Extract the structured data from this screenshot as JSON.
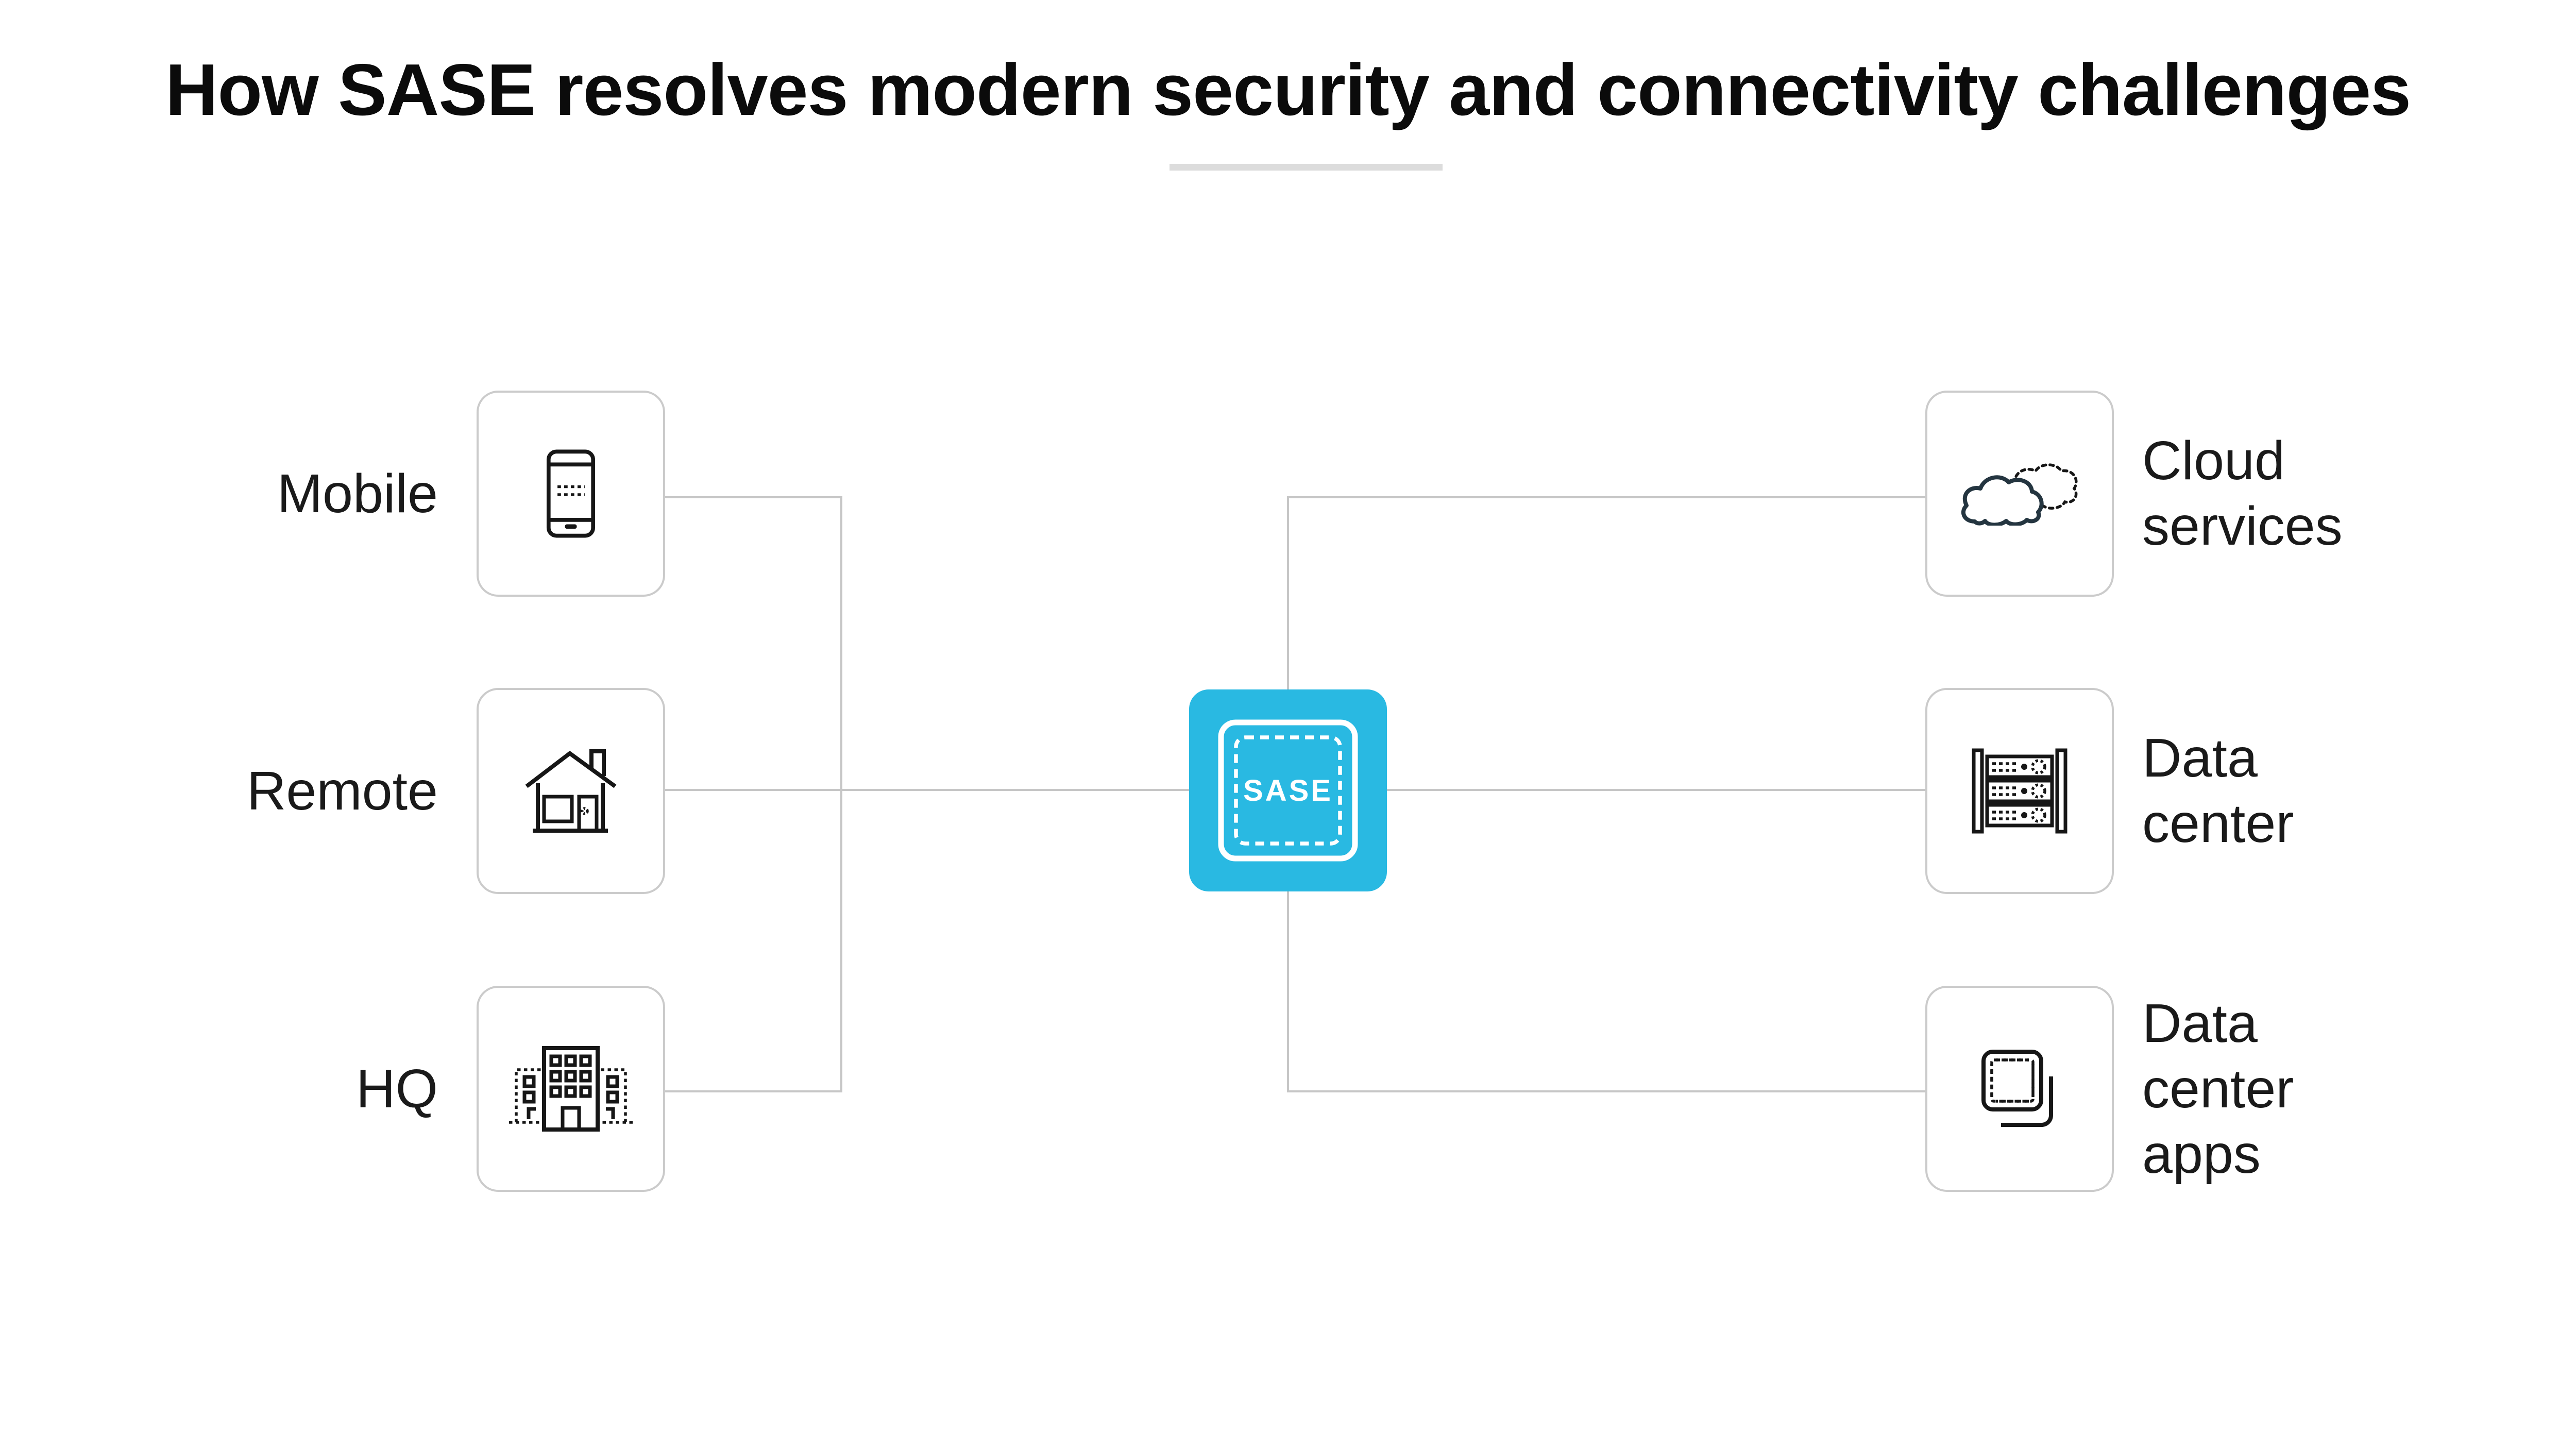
{
  "title": "How SASE resolves modern security and connectivity challenges",
  "center_node": {
    "label": "SASE"
  },
  "left_nodes": [
    {
      "label": "Mobile",
      "icon": "smartphone-icon"
    },
    {
      "label": "Remote",
      "icon": "house-icon"
    },
    {
      "label": "HQ",
      "icon": "office-building-icon"
    }
  ],
  "right_nodes": [
    {
      "label": "Cloud\nservices",
      "icon": "cloud-icon"
    },
    {
      "label": "Data\ncenter",
      "icon": "server-rack-icon"
    },
    {
      "label": "Data\ncenter\napps",
      "icon": "stacked-apps-icon"
    }
  ],
  "colors": {
    "accent": "#29b9e2",
    "line": "#c6c6c6",
    "box_border": "#cbcbcb",
    "icon_stroke": "#161616",
    "cloud_stroke": "#243540",
    "text": "#1a1a1a",
    "underline": "#dcdcdc",
    "sase_text": "#ffffff"
  }
}
